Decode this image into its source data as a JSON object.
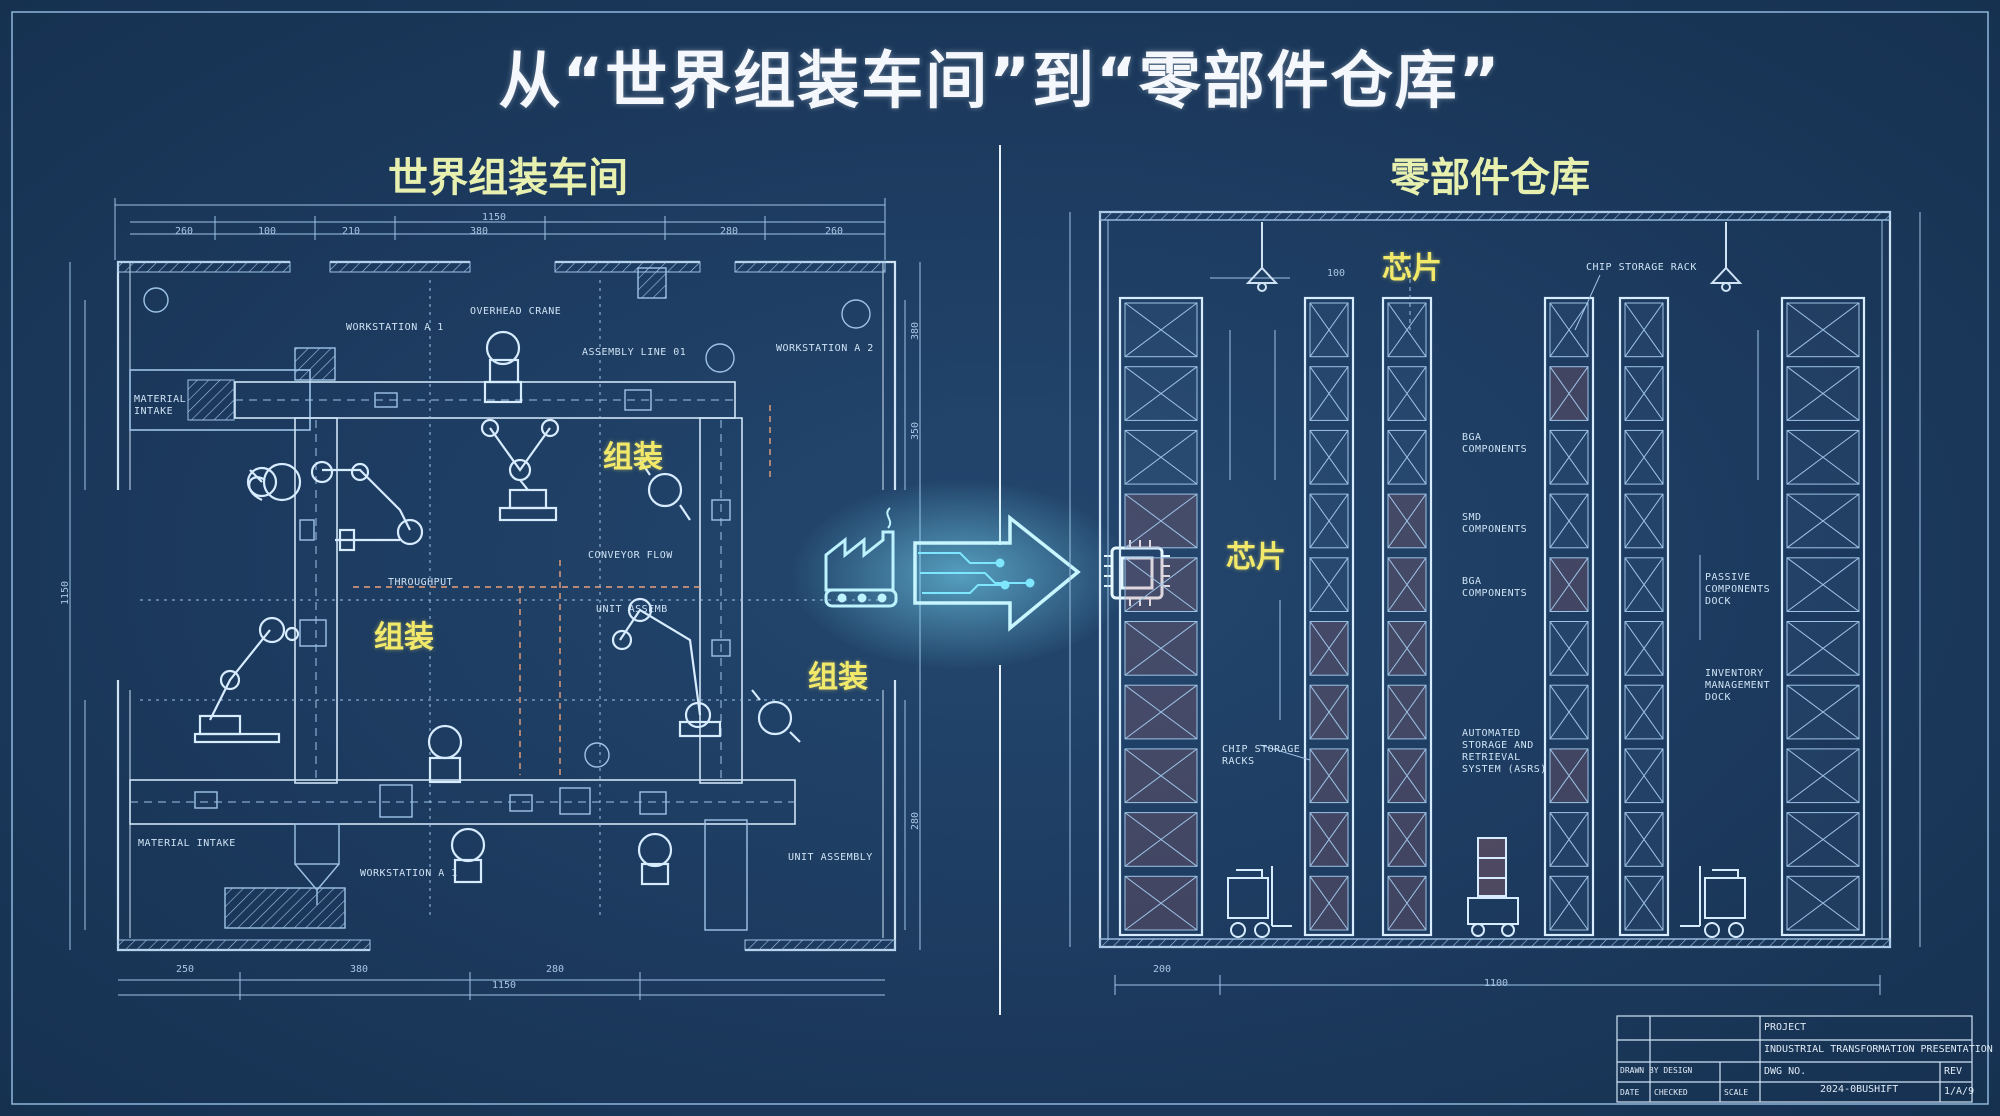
{
  "title": "从“世界组装车间”到“零部件仓库”",
  "left_panel": {
    "title": "世界组装车间",
    "labels": [
      "组装",
      "组装",
      "组装"
    ],
    "notes": {
      "workstation_a1": "WORKSTATION A 1",
      "workstation_a2": "WORKSTATION A 2",
      "assembly_line": "ASSEMBLY LINE 01",
      "conveyor_flow": "CONVEYOR FLOW",
      "throughput": "THROUGHPUT",
      "unit_assembly": "UNIT ASSEMBLY",
      "unit_assemb": "UNIT ASSEMB",
      "material_intake": "MATERIAL INTAKE",
      "material_intake_left": "MATERIAL INTAKE",
      "workstation_b": "WORKSTATION A 1",
      "overhead": "OVERHEAD CRANE"
    },
    "dimensions": {
      "top_total": "1150",
      "top_segments": [
        "260",
        "100",
        "210",
        "380",
        "280",
        "260"
      ],
      "bottom_segments": [
        "250",
        "380",
        "280"
      ],
      "bottom_total": "1150",
      "left_vert": "1150",
      "right_vert": [
        "380",
        "350",
        "280"
      ]
    }
  },
  "right_panel": {
    "title": "零部件仓库",
    "labels": [
      "芯片",
      "芯片"
    ],
    "notes": {
      "chip_storage_rack": "CHIP STORAGE RACK",
      "bga_1": "BGA COMPONENTS",
      "bga_2": "SMD COMPONENTS",
      "bga_3": "BGA COMPONENTS",
      "passive": "PASSIVE COMPONENTS DOCK",
      "inventory": "INVENTORY MANAGEMENT DOCK",
      "automated": "AUTOMATED STORAGE AND RETRIEVAL SYSTEM (ASRS)",
      "chip_storage_racks": "CHIP STORAGE RACKS"
    },
    "dimensions": {
      "top_segment": "100",
      "bottom_left": "200",
      "bottom_total": "1100"
    }
  },
  "title_block": {
    "project_label": "PROJECT",
    "project": "INDUSTRIAL TRANSFORMATION PRESENTATION",
    "drawn": "DRAWN BY DESIGN",
    "checked": "CHECKED",
    "dwg_no_label": "DWG NO.",
    "dwg_no": "2024-0BUSHIFT",
    "rev_label": "REV",
    "rev": "1/A/9",
    "date": "DATE",
    "scale": "SCALE"
  },
  "colors": {
    "background": "#1c3a5e",
    "lines": "#9ec3e6",
    "bright": "#d8ecff",
    "accent_label": "#f2e96a",
    "arrow_glow": "#7fe6ff",
    "crate_red": "#c46a6a"
  },
  "icons": [
    "factory-icon",
    "circuit-arrow-icon",
    "chip-icon",
    "robot-arm-icon",
    "forklift-icon",
    "pendant-lamp-icon"
  ]
}
